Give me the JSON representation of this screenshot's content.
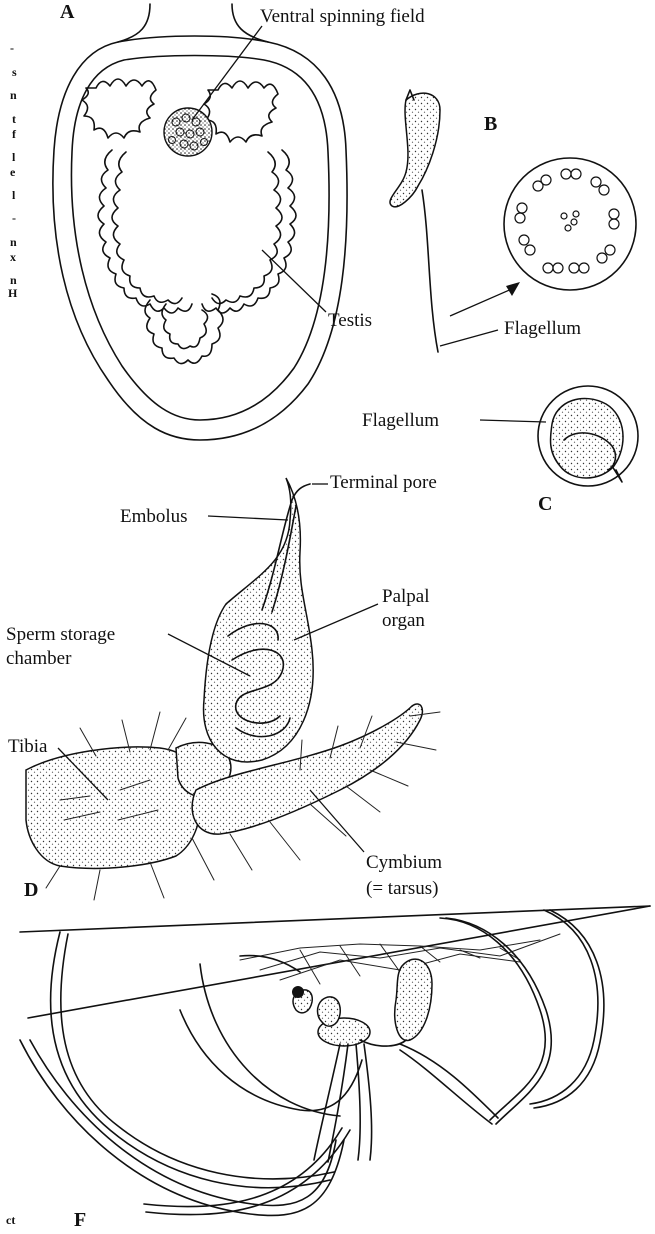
{
  "panels": {
    "a": "A",
    "b": "B",
    "c": "C",
    "d": "D",
    "f": "F"
  },
  "labels": {
    "ventral_spinning_field": "Ventral spinning field",
    "testis": "Testis",
    "flagellum_b": "Flagellum",
    "flagellum_c": "Flagellum",
    "terminal_pore": "Terminal pore",
    "embolus": "Embolus",
    "palpal_organ_line1": "Palpal",
    "palpal_organ_line2": "organ",
    "sperm_storage_line1": "Sperm storage",
    "sperm_storage_line2": "chamber",
    "tibia": "Tibia",
    "cymbium_line1": "Cymbium",
    "cymbium_line2": "(= tarsus)"
  },
  "margin_fragments": [
    "-",
    "s",
    "n",
    "t",
    "f",
    "l",
    "e",
    "l",
    "-",
    "n",
    "x",
    "n",
    "H",
    "ct"
  ]
}
